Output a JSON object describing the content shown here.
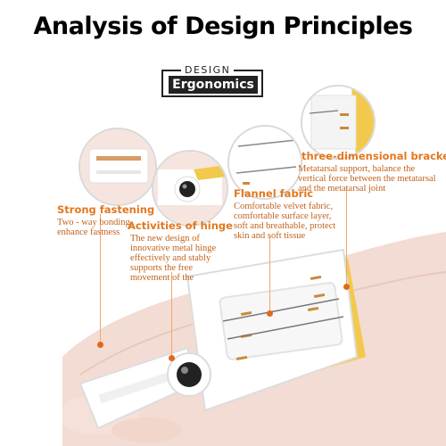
{
  "title": "Analysis of Design Principles",
  "badge": {
    "top": "DESIGN",
    "main": "Ergonomics"
  },
  "features": [
    {
      "heading": "Strong fastening",
      "desc": "Two - way bonding, enhance fastness"
    },
    {
      "heading": "Activities of hinge",
      "desc": "The new design of innovative metal hinge effectively and stably supports the free movement of the"
    },
    {
      "heading": "Flannel fabric",
      "desc": "Comfortable velvet fabric, comfortable surface layer, soft and breathable, protect skin and soft tissue"
    },
    {
      "heading": "three-dimensional bracket",
      "desc": "Metatarsal support, balance the vertical force between the metatarsal and the metatarsal joint"
    }
  ],
  "colors": {
    "heading": "#e2781f",
    "desc": "#c2621b",
    "leader": "#f0a86a",
    "strap_trim": "#f2c94c"
  }
}
